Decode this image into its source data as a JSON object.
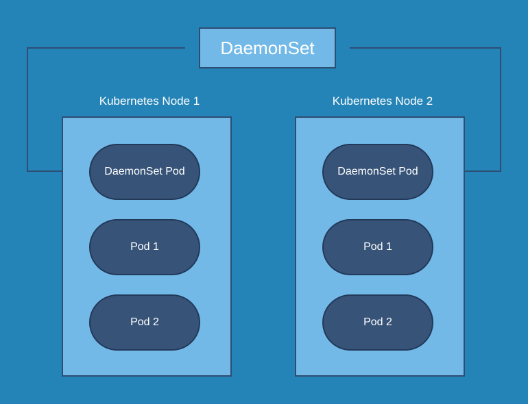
{
  "colors": {
    "background": "#2584b7",
    "box_fill": "#73b9e8",
    "box_border": "#2e4d73",
    "pod_fill": "#375478",
    "text": "#ffffff"
  },
  "daemonset": {
    "label": "DaemonSet"
  },
  "nodes": [
    {
      "label": "Kubernetes Node 1",
      "pods": [
        "DaemonSet Pod",
        "Pod 1",
        "Pod 2"
      ]
    },
    {
      "label": "Kubernetes Node 2",
      "pods": [
        "DaemonSet Pod",
        "Pod 1",
        "Pod 2"
      ]
    }
  ]
}
